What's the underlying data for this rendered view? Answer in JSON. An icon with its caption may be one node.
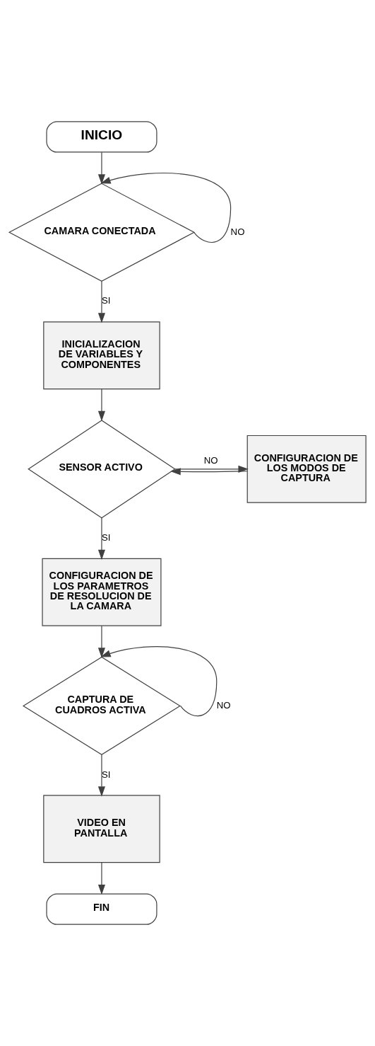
{
  "diagram": {
    "nodes": [
      {
        "text": [
          "INICIO"
        ]
      },
      {
        "text": [
          "CAMARA CONECTADA"
        ]
      },
      {
        "text": [
          "INICIALIZACION DE VARIABLES Y COMPONENTES"
        ]
      },
      {
        "text": [
          "SENSOR ACTIVO"
        ]
      },
      {
        "text": [
          "CONFIGURACION DE LOS MODOS DE CAPTURA"
        ]
      },
      {
        "text": [
          "CONFIGURACION DE LOS PARAMETROS DE RESOLUCION DE LA CAMARA"
        ]
      },
      {
        "text": [
          "CAPTURA DE CUADROS ACTIVA"
        ]
      },
      {
        "text": [
          "VIDEO EN PANTALLA"
        ]
      },
      {
        "text": [
          "FIN"
        ]
      }
    ],
    "edges": [
      {
        "from": 0,
        "to": 1,
        "arrow": "to"
      },
      {
        "from": 1,
        "to": 1,
        "label": "NO",
        "arrow": "to"
      },
      {
        "from": 1,
        "to": 2,
        "label": "SI",
        "arrow": "to"
      },
      {
        "from": 2,
        "to": 3,
        "arrow": "to"
      },
      {
        "from": 3,
        "to": 4,
        "label": "NO",
        "arrow": "to"
      },
      {
        "from": 4,
        "to": 3,
        "arrow": "to"
      },
      {
        "from": 3,
        "to": 5,
        "label": "SI",
        "arrow": "to"
      },
      {
        "from": 5,
        "to": 6,
        "arrow": "to"
      },
      {
        "from": 6,
        "to": 6,
        "label": "NO",
        "arrow": "to"
      },
      {
        "from": 6,
        "to": 7,
        "label": "SI",
        "arrow": "to"
      },
      {
        "from": 7,
        "to": 8,
        "arrow": "to"
      }
    ]
  }
}
